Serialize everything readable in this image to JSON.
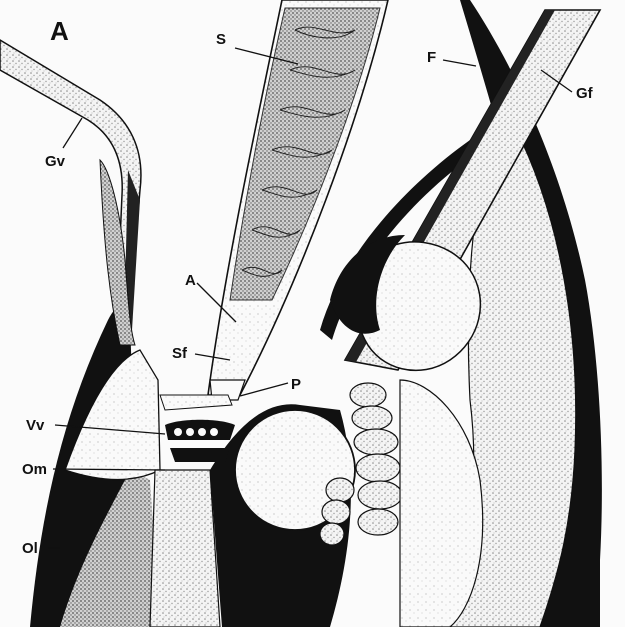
{
  "panel_letter": "A",
  "labels": {
    "S": "S",
    "F": "F",
    "Gf": "Gf",
    "Gv": "Gv",
    "A": "A",
    "Sf": "Sf",
    "P": "P",
    "Vv": "Vv",
    "Om": "Om",
    "Ol": "Ol"
  },
  "colors": {
    "ink": "#111111",
    "paper": "#fbfbfb",
    "stipple": "#9a9a9a"
  }
}
